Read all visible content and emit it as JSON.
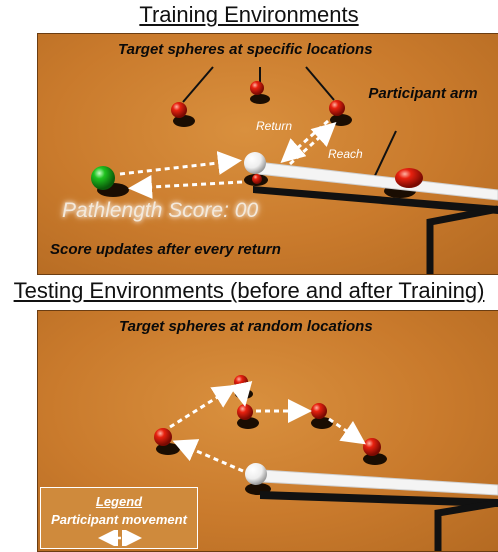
{
  "training": {
    "title": "Training Environments",
    "targets_note": "Target spheres at specific locations",
    "arm_note": "Participant arm",
    "return_label": "Return",
    "reach_label": "Reach",
    "score_text": "Pathlength Score: 00",
    "score_note": "Score updates after every return"
  },
  "testing": {
    "title": "Testing Environments (before and after Training)",
    "targets_note": "Target spheres at random locations",
    "legend_title": "Legend",
    "legend_label": "Participant movement"
  },
  "colors": {
    "floor": "#c97a2c",
    "target": "#d81a0a",
    "start": "#1fbf1f",
    "cursor": "#f4f4f4",
    "arrow": "#ffffff",
    "text": "#0a0a0a"
  }
}
